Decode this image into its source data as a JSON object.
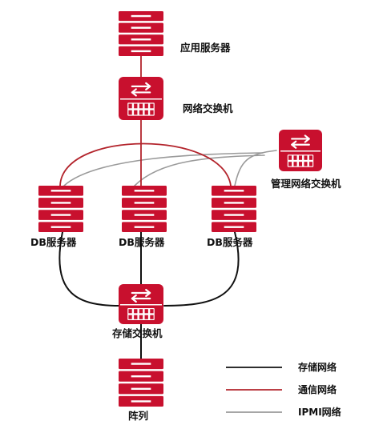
{
  "colors": {
    "device_red": "#c8102e",
    "device_lines": "#ffffff",
    "storage_link": "#111111",
    "comm_link": "#b3242c",
    "ipmi_link": "#9a9a9a"
  },
  "nodes": {
    "app_server": {
      "label": "应用服务器",
      "icon": "server-icon"
    },
    "net_switch": {
      "label": "网络交换机",
      "icon": "switch-icon"
    },
    "mgmt_switch": {
      "label": "管理网络交换机",
      "icon": "switch-icon"
    },
    "db_server_1": {
      "label": "DB服务器",
      "icon": "server-icon"
    },
    "db_server_2": {
      "label": "DB服务器",
      "icon": "server-icon"
    },
    "db_server_3": {
      "label": "DB服务器",
      "icon": "server-icon"
    },
    "storage_switch": {
      "label": "存储交换机",
      "icon": "switch-icon"
    },
    "array": {
      "label": "阵列",
      "icon": "server-icon"
    }
  },
  "legend": {
    "items": [
      {
        "label": "存储网络",
        "color": "#111111"
      },
      {
        "label": "通信网络",
        "color": "#b3242c"
      },
      {
        "label": "IPMI网络",
        "color": "#9a9a9a"
      }
    ]
  }
}
